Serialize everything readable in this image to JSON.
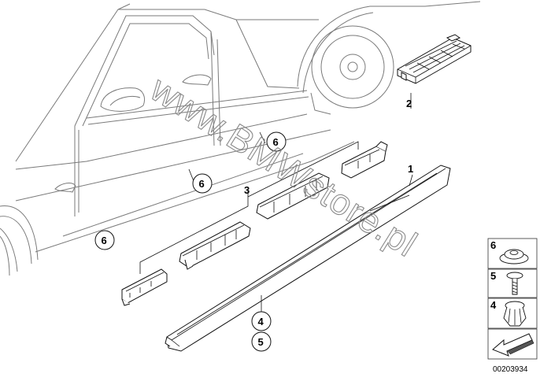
{
  "watermark": "www.BMWstore.pl",
  "diagram_code": "00203934",
  "callouts": {
    "c1": "1",
    "c2": "2",
    "c3": "3",
    "c4": "4",
    "c5": "5",
    "c6a": "6",
    "c6b": "6",
    "c6c": "6"
  },
  "legend": {
    "item6": "6",
    "item5": "5",
    "item4": "4"
  },
  "colors": {
    "line": "#111111",
    "car_outline": "#7a7a7a",
    "watermark": "#8a8a8a"
  },
  "icons": [
    "arrow-icon"
  ]
}
